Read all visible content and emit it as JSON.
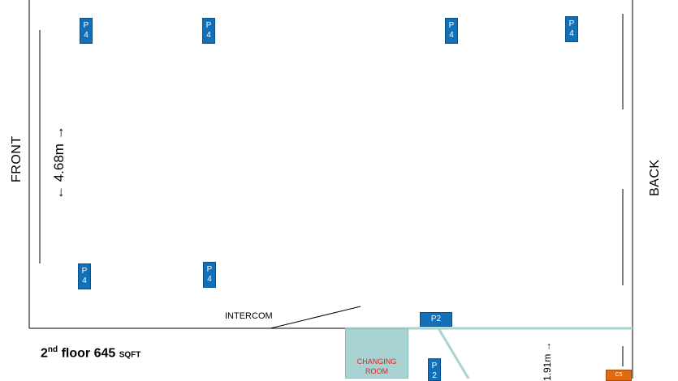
{
  "labels": {
    "front": "FRONT",
    "back": "BACK",
    "dimension_main": "← 4.68m →",
    "dimension_small": "1.91m →",
    "intercom": "INTERCOM",
    "changing_room_line1": "CHANGING",
    "changing_room_line2": "ROOM"
  },
  "floor_info": {
    "ordinal": "2",
    "ordinal_suffix": "nd",
    "text": " floor 645 ",
    "unit": "SQFT"
  },
  "markers": [
    {
      "line1": "P",
      "line2": "4"
    },
    {
      "line1": "P",
      "line2": "4"
    },
    {
      "line1": "P",
      "line2": "4"
    },
    {
      "line1": "P",
      "line2": "4"
    },
    {
      "line1": "P",
      "line2": "4"
    },
    {
      "line1": "P",
      "line2": "4"
    },
    {
      "line1": "P",
      "line2": "2"
    }
  ],
  "marker_p2": "P2",
  "marker_c5": "C5",
  "colors": {
    "marker_blue": "#1270b9",
    "marker_orange": "#e06a10",
    "changing_room_fill": "#a9d3d3",
    "changing_room_text": "#e0201e",
    "partition_line": "#a9d3d3"
  }
}
